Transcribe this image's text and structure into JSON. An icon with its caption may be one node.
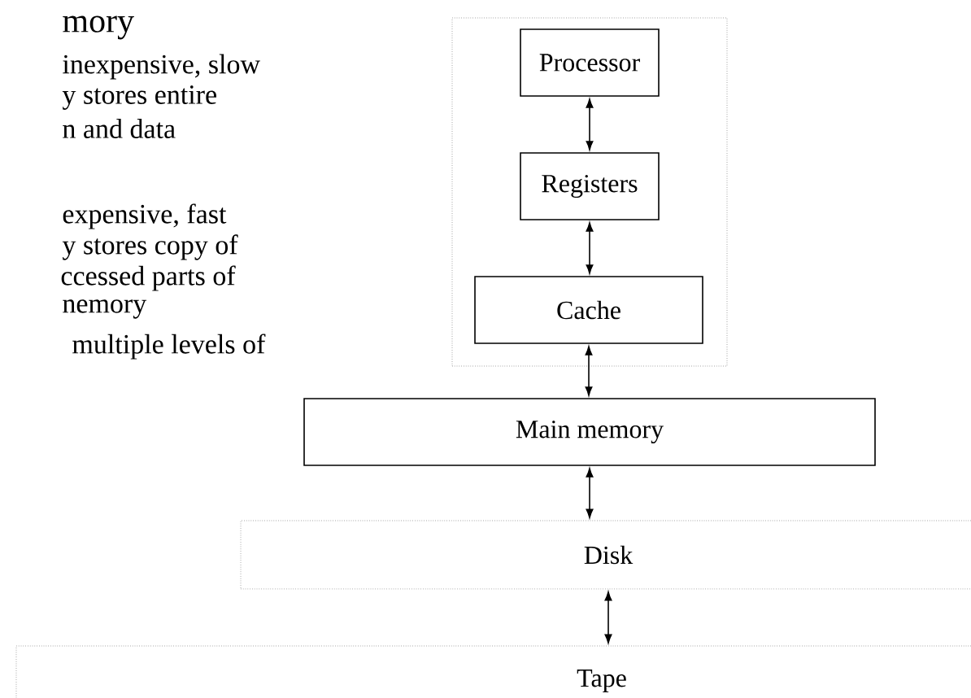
{
  "diagram": {
    "title": "mory",
    "nodes": [
      {
        "text": [],
        "shape": "box"
      },
      {
        "text": [
          "Processor"
        ],
        "in": 0
      },
      {
        "text": [
          "Registers"
        ],
        "in": 0
      },
      {
        "text": [
          "Cache"
        ],
        "in": 0
      },
      {
        "text": [
          "Main memory"
        ]
      },
      {
        "text": [
          "Disk"
        ]
      },
      {
        "text": [
          "Tape"
        ]
      }
    ],
    "edges": [
      {
        "from": 1,
        "to": 2,
        "arrow": "both"
      },
      {
        "from": 2,
        "to": 3,
        "arrow": "both"
      },
      {
        "from": 3,
        "to": 4,
        "arrow": "both"
      },
      {
        "from": 4,
        "to": 5,
        "arrow": "both"
      },
      {
        "from": 5,
        "to": 6,
        "arrow": "both"
      }
    ],
    "labels": [
      "inexpensive, slow",
      "y stores entire",
      "n and data",
      "expensive, fast",
      "y stores copy of",
      "ccessed parts of",
      "nemory",
      "multiple levels of"
    ]
  }
}
